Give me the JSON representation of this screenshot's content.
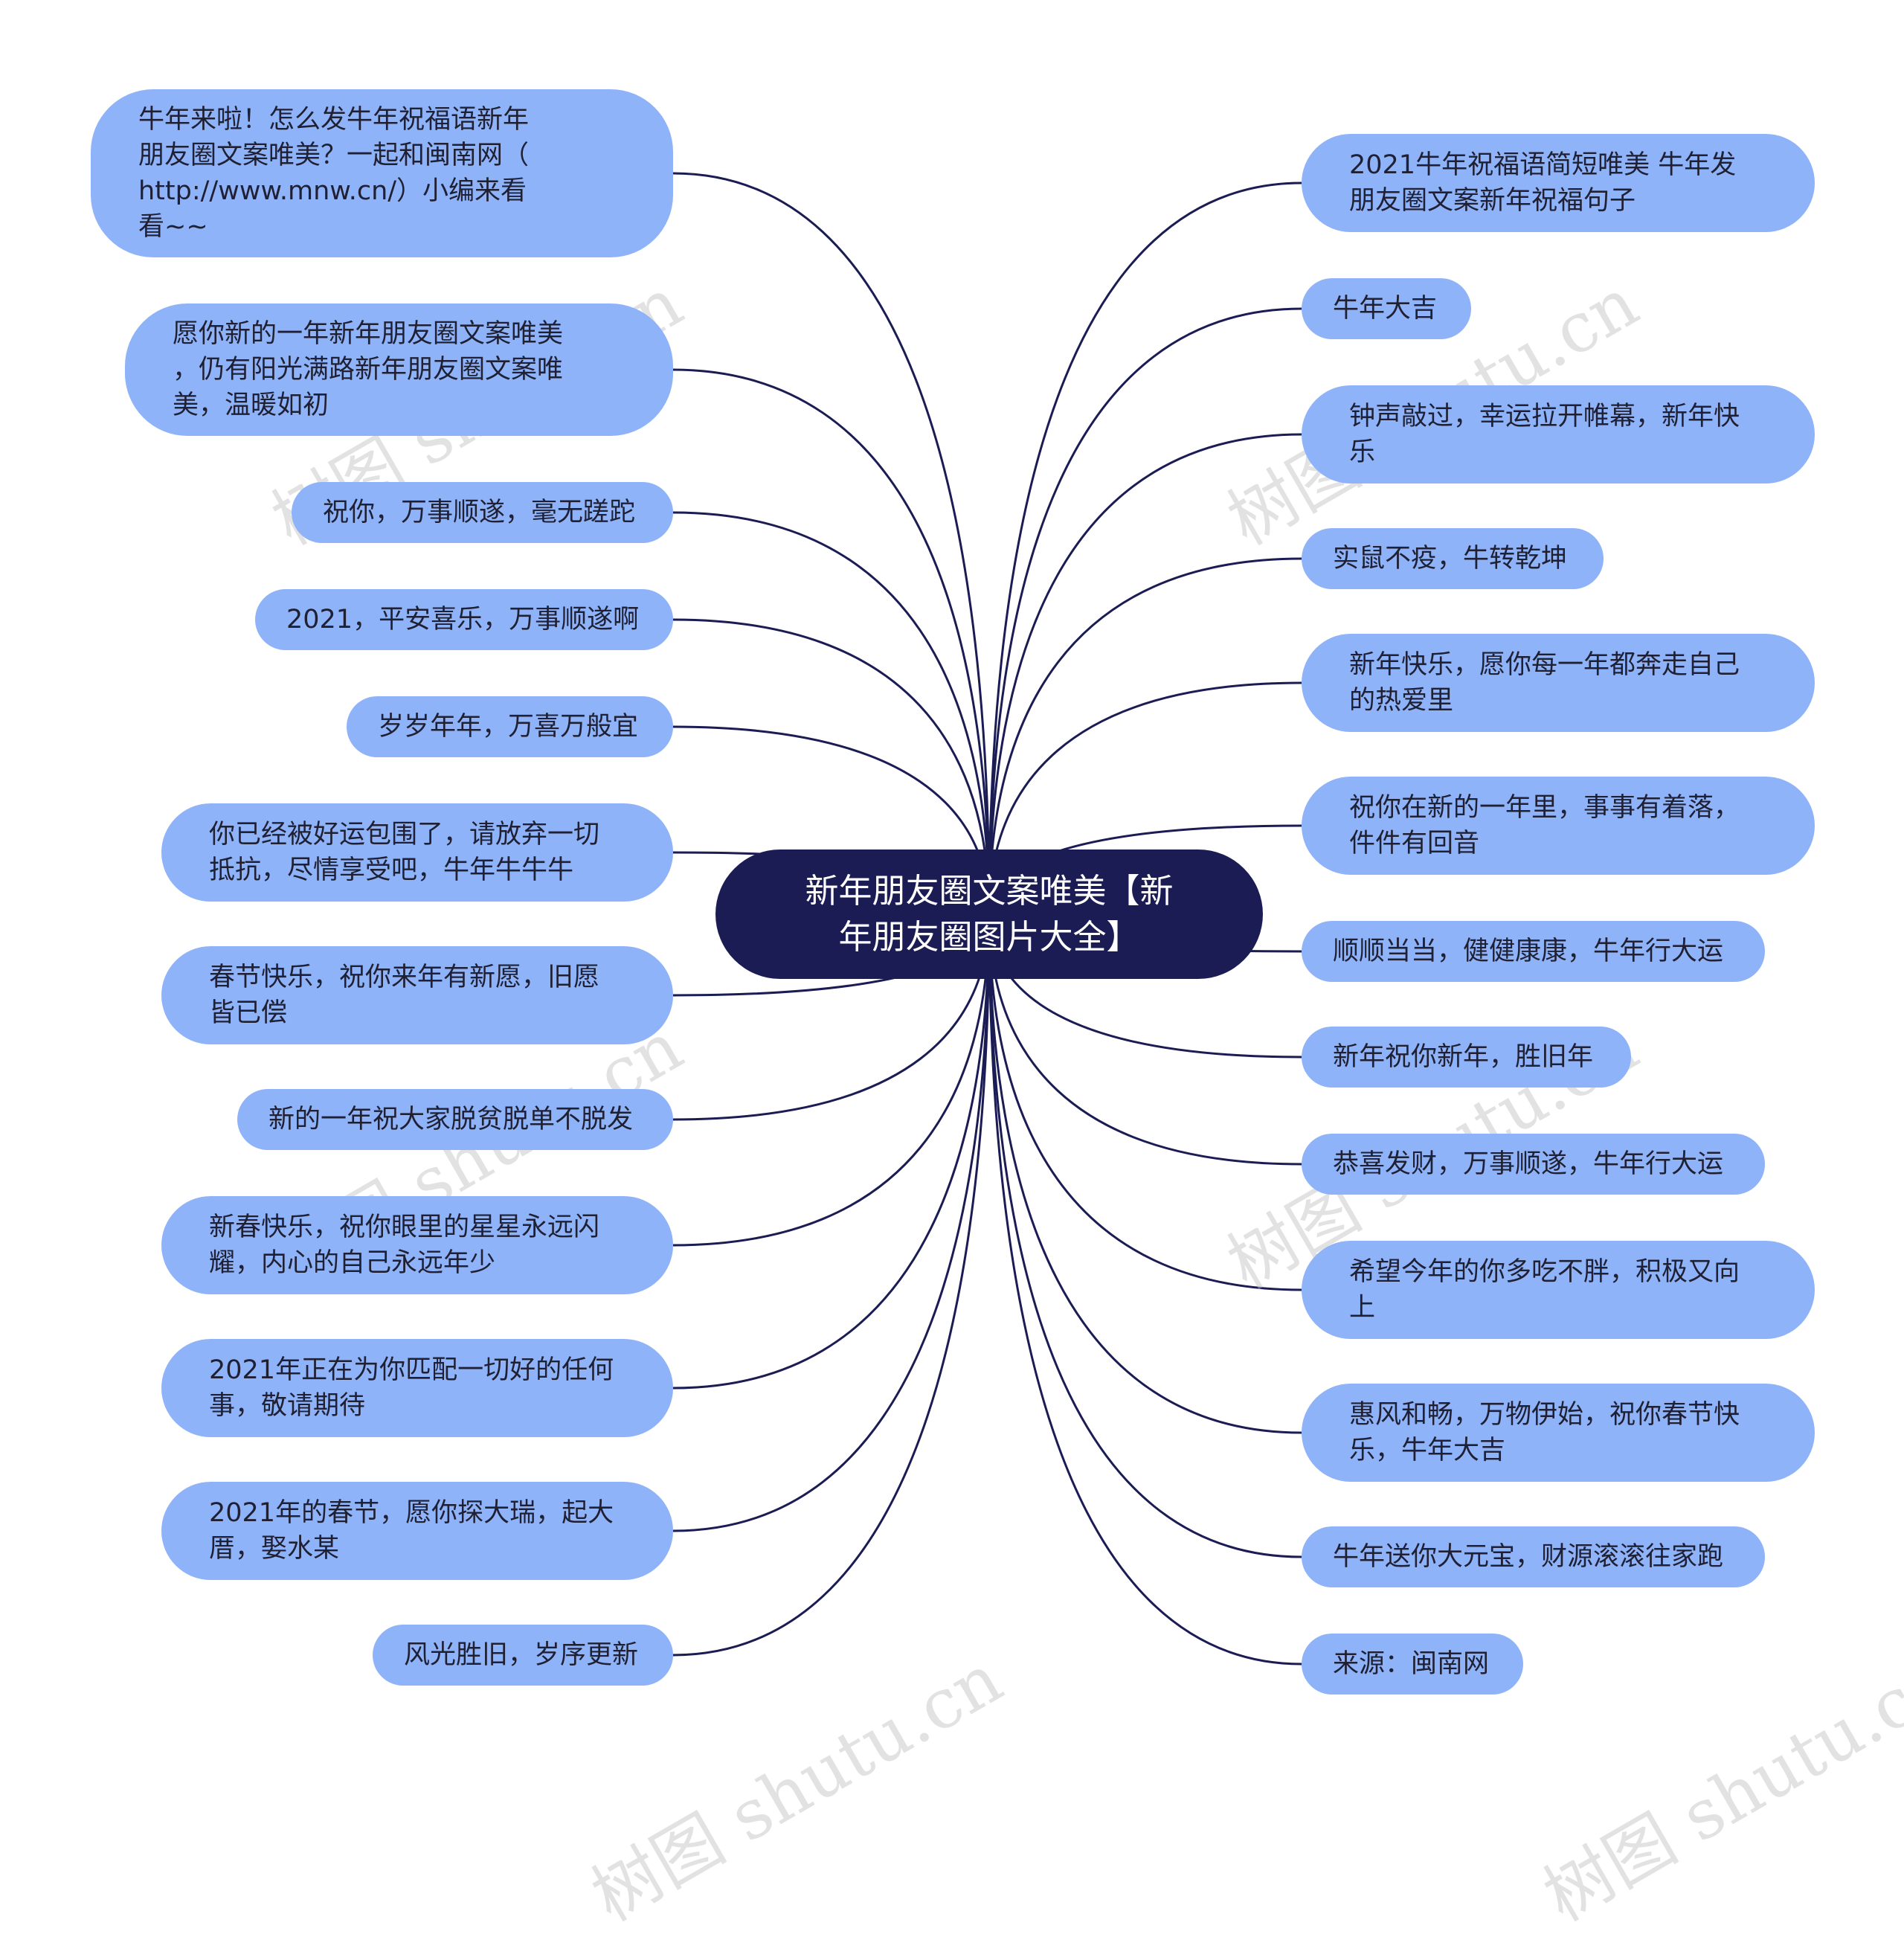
{
  "root": "新年朋友圈文案唯美【新\n年朋友圈图片大全】",
  "left_nodes": [
    "牛年来啦！怎么发牛年祝福语新年\n朋友圈文案唯美？一起和闽南网（\nhttp://www.mnw.cn/）小编来看\n看~~",
    "愿你新的一年新年朋友圈文案唯美\n，仍有阳光满路新年朋友圈文案唯\n美，温暖如初",
    "祝你，万事顺遂，毫无蹉跎",
    "2021，平安喜乐，万事顺遂啊",
    "岁岁年年，万喜万般宜",
    "你已经被好运包围了，请放弃一切\n抵抗，尽情享受吧，牛年牛牛牛",
    "春节快乐，祝你来年有新愿，旧愿\n皆已偿",
    "新的一年祝大家脱贫脱单不脱发",
    "新春快乐，祝你眼里的星星永远闪\n耀，内心的自己永远年少",
    "2021年正在为你匹配一切好的任何\n事，敬请期待",
    "2021年的春节，愿你探大瑞，起大\n厝，娶水某",
    "风光胜旧，岁序更新"
  ],
  "right_nodes": [
    "2021牛年祝福语简短唯美 牛年发\n朋友圈文案新年祝福句子",
    "牛年大吉",
    "钟声敲过，幸运拉开帷幕，新年快\n乐",
    "实鼠不疫，牛转乾坤",
    "新年快乐，愿你每一年都奔走自己\n的热爱里",
    "祝你在新的一年里，事事有着落，\n件件有回音",
    "顺顺当当，健健康康，牛年行大运",
    "新年祝你新年，胜旧年",
    "恭喜发财，万事顺遂，牛年行大运",
    "希望今年的你多吃不胖，积极又向\n上",
    "惠风和畅，万物伊始，祝你春节快\n乐，牛年大吉",
    "牛年送你大元宝，财源滚滚往家跑",
    "来源：闽南网"
  ],
  "watermark": "树图 shutu.cn",
  "colors": {
    "root_fill": "#1b1c54",
    "node_fill": "#8fb3f9",
    "link": "#1b1c54",
    "text": "#1f2033"
  }
}
